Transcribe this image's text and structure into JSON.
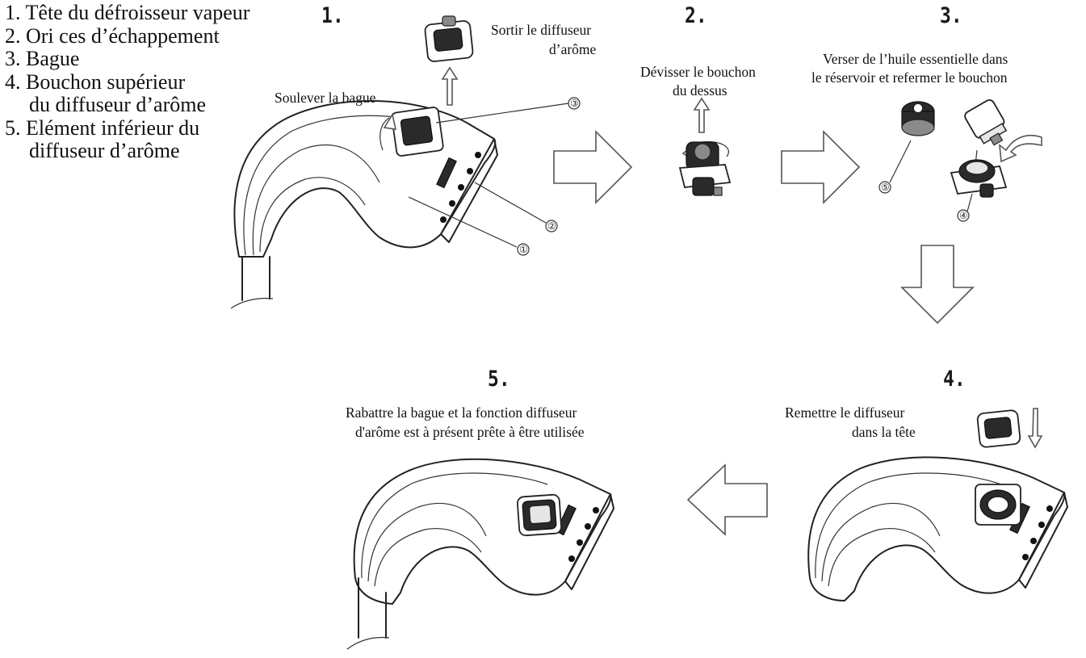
{
  "legend": [
    {
      "line1": "1. Tête du défroisseur vapeur",
      "line2": ""
    },
    {
      "line1": "2. Ori  ces d’échappement",
      "line2": ""
    },
    {
      "line1": "3. Bague",
      "line2": ""
    },
    {
      "line1": "4. Bouchon supérieur",
      "line2": "du diffuseur d’arôme"
    },
    {
      "line1": "5. Elément inférieur du",
      "line2": "diffuseur d’arôme"
    }
  ],
  "steps": [
    {
      "number": "1.",
      "captions": [
        "Soulever la bague",
        "Sortir le diffuseur",
        "d’arôme"
      ]
    },
    {
      "number": "2.",
      "captions": [
        "Dévisser le bouchon",
        "du dessus"
      ]
    },
    {
      "number": "3.",
      "captions": [
        "Verser de l’huile essentielle dans",
        "le réservoir et refermer le bouchon"
      ]
    },
    {
      "number": "4.",
      "captions": [
        "Remettre le diffuseur",
        "dans la tête"
      ]
    },
    {
      "number": "5.",
      "captions": [
        "Rabattre la bague et la fonction diffuseur",
        "d'arôme est à présent prête à être utilisée"
      ]
    }
  ],
  "callouts": {
    "c1": "①",
    "c2": "②",
    "c3": "③",
    "c4": "④",
    "c5": "⑤"
  }
}
